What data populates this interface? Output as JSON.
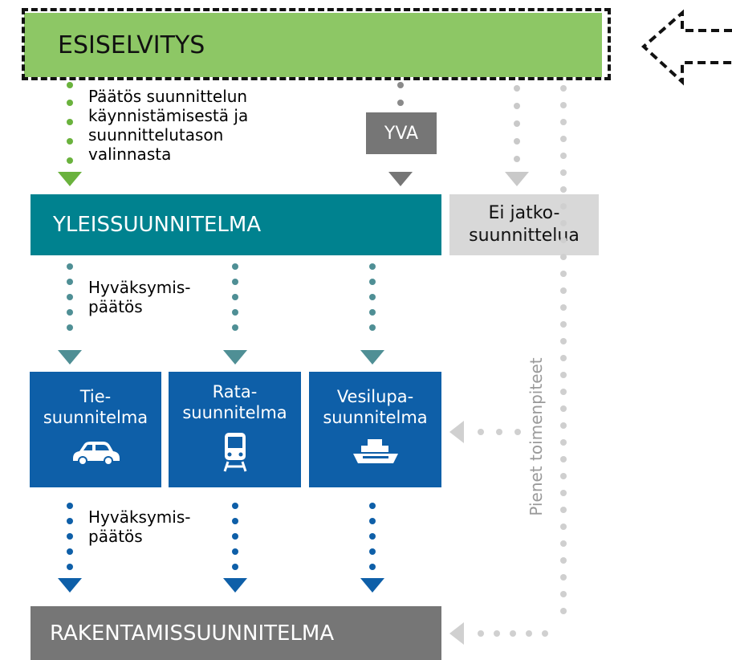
{
  "title": "ESISELVITYS",
  "yva": "YVA",
  "decision_start": [
    "Päätös suunnittelun",
    "käynnistämisestä ja",
    "suunnittelutason",
    "valinnasta"
  ],
  "general_plan": "YLEISSUUNNITELMA",
  "no_further": [
    "Ei jatko-",
    "suunnittelua"
  ],
  "approval_1": [
    "Hyväksymis-",
    "päätös"
  ],
  "approval_2": [
    "Hyväksymis-",
    "päätös"
  ],
  "plans": [
    {
      "line1": "Tie-",
      "line2": "suunnitelma",
      "icon": "car-icon"
    },
    {
      "line1": "Rata-",
      "line2": "suunnitelma",
      "icon": "train-icon"
    },
    {
      "line1": "Vesilupa-",
      "line2": "suunnitelma",
      "icon": "ship-icon"
    }
  ],
  "construction_plan": "RAKENTAMISSUUNNITELMA",
  "small_measures": "Pienet toimenpiteet",
  "colors": {
    "green": "#8dc765",
    "teal": "#00828f",
    "blue": "#0e5fa8",
    "grey": "#767676",
    "light_grey": "#d8d8d8",
    "dot_grey": "#c9c9c9"
  }
}
